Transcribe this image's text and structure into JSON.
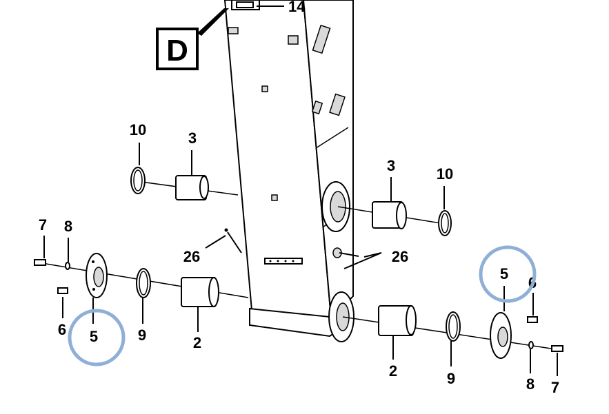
{
  "view_label": "D",
  "highlight_color": "#8fb0d6",
  "callouts": {
    "c14": "14",
    "c10_left": "10",
    "c3_left": "3",
    "c3_right": "3",
    "c10_right": "10",
    "c7_left": "7",
    "c8_left": "8",
    "c26_left": "26",
    "c26_right": "26",
    "c5_right": "5",
    "c6_right": "6",
    "c6_left": "6",
    "c5_left": "5",
    "c9_left": "9",
    "c2_left": "2",
    "c2_right": "2",
    "c9_right": "9",
    "c8_right": "8",
    "c7_right": "7"
  }
}
